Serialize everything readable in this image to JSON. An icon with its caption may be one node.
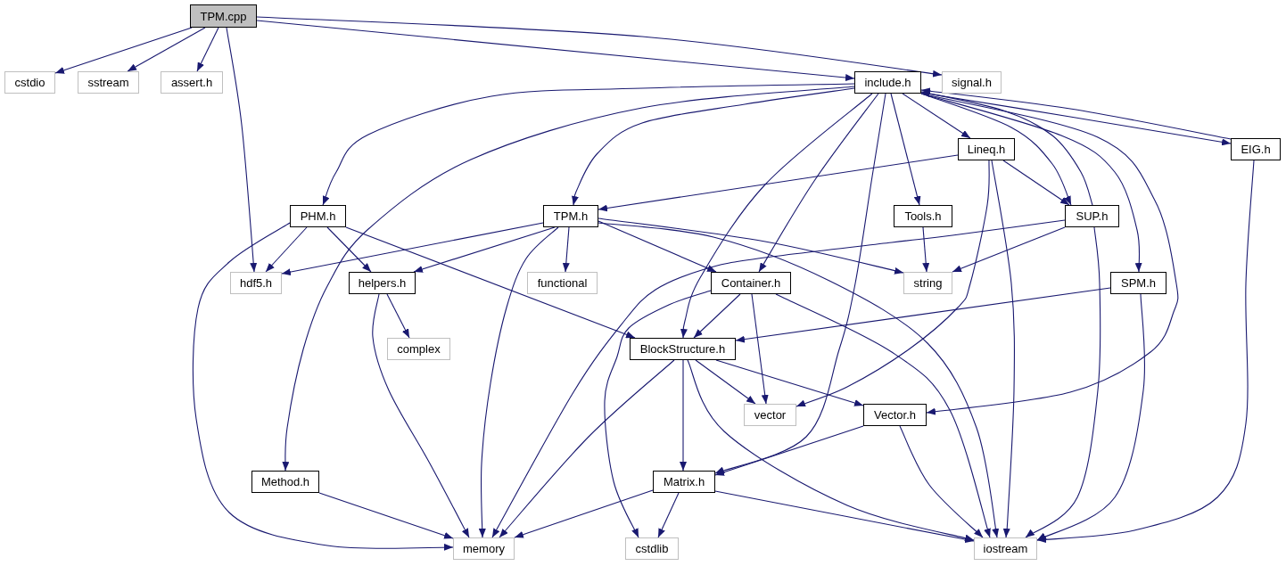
{
  "diagram": {
    "nodes": [
      {
        "text": [
          "TPM.cpp"
        ]
      },
      {
        "text": [
          "cstdio"
        ]
      },
      {
        "text": [
          "sstream"
        ]
      },
      {
        "text": [
          "assert.h"
        ]
      },
      {
        "text": [
          "include.h"
        ]
      },
      {
        "text": [
          "signal.h"
        ]
      },
      {
        "text": [
          "Lineq.h"
        ]
      },
      {
        "text": [
          "EIG.h"
        ]
      },
      {
        "text": [
          "PHM.h"
        ]
      },
      {
        "text": [
          "TPM.h"
        ]
      },
      {
        "text": [
          "Tools.h"
        ]
      },
      {
        "text": [
          "SUP.h"
        ]
      },
      {
        "text": [
          "hdf5.h"
        ]
      },
      {
        "text": [
          "helpers.h"
        ]
      },
      {
        "text": [
          "functional"
        ]
      },
      {
        "text": [
          "Container.h"
        ]
      },
      {
        "text": [
          "string"
        ]
      },
      {
        "text": [
          "SPM.h"
        ]
      },
      {
        "text": [
          "complex"
        ]
      },
      {
        "text": [
          "BlockStructure.h"
        ]
      },
      {
        "text": [
          "vector"
        ]
      },
      {
        "text": [
          "Vector.h"
        ]
      },
      {
        "text": [
          "Method.h"
        ]
      },
      {
        "text": [
          "Matrix.h"
        ]
      },
      {
        "text": [
          "memory"
        ]
      },
      {
        "text": [
          "cstdlib"
        ]
      },
      {
        "text": [
          "iostream"
        ]
      }
    ],
    "edges": [
      {
        "from": 0,
        "to": 1,
        "arrow": "to"
      },
      {
        "from": 0,
        "to": 2,
        "arrow": "to"
      },
      {
        "from": 0,
        "to": 3,
        "arrow": "to"
      },
      {
        "from": 0,
        "to": 12,
        "arrow": "to"
      },
      {
        "from": 0,
        "to": 4,
        "arrow": "to"
      },
      {
        "from": 0,
        "to": 5,
        "arrow": "to"
      },
      {
        "from": 4,
        "to": 8,
        "arrow": "to"
      },
      {
        "from": 4,
        "to": 22,
        "arrow": "to"
      },
      {
        "from": 4,
        "to": 9,
        "arrow": "to"
      },
      {
        "from": 4,
        "to": 19,
        "arrow": "to"
      },
      {
        "from": 4,
        "to": 15,
        "arrow": "to"
      },
      {
        "from": 4,
        "to": 23,
        "arrow": "to"
      },
      {
        "from": 4,
        "to": 10,
        "arrow": "to"
      },
      {
        "from": 4,
        "to": 6,
        "arrow": "to"
      },
      {
        "from": 4,
        "to": 11,
        "arrow": "to"
      },
      {
        "from": 4,
        "to": 17,
        "arrow": "to"
      },
      {
        "from": 4,
        "to": 21,
        "arrow": "to"
      },
      {
        "from": 4,
        "to": 7,
        "arrow": "to"
      },
      {
        "from": 7,
        "to": 4,
        "arrow": "to"
      },
      {
        "from": 11,
        "to": 4,
        "arrow": "to"
      },
      {
        "from": 6,
        "to": 9,
        "arrow": "to"
      },
      {
        "from": 6,
        "to": 11,
        "arrow": "to"
      },
      {
        "from": 6,
        "to": 20,
        "arrow": "to"
      },
      {
        "from": 6,
        "to": 26,
        "arrow": "to"
      },
      {
        "from": 7,
        "to": 26,
        "arrow": "to"
      },
      {
        "from": 8,
        "to": 12,
        "arrow": "to"
      },
      {
        "from": 8,
        "to": 13,
        "arrow": "to"
      },
      {
        "from": 8,
        "to": 19,
        "arrow": "to"
      },
      {
        "from": 8,
        "to": 24,
        "arrow": "to"
      },
      {
        "from": 9,
        "to": 12,
        "arrow": "to"
      },
      {
        "from": 9,
        "to": 13,
        "arrow": "to"
      },
      {
        "from": 9,
        "to": 14,
        "arrow": "to"
      },
      {
        "from": 9,
        "to": 24,
        "arrow": "to"
      },
      {
        "from": 9,
        "to": 15,
        "arrow": "to"
      },
      {
        "from": 9,
        "to": 16,
        "arrow": "to"
      },
      {
        "from": 9,
        "to": 26,
        "arrow": "to"
      },
      {
        "from": 10,
        "to": 16,
        "arrow": "to"
      },
      {
        "from": 11,
        "to": 24,
        "arrow": "to"
      },
      {
        "from": 11,
        "to": 16,
        "arrow": "to"
      },
      {
        "from": 11,
        "to": 26,
        "arrow": "to"
      },
      {
        "from": 13,
        "to": 18,
        "arrow": "to"
      },
      {
        "from": 13,
        "to": 24,
        "arrow": "to"
      },
      {
        "from": 15,
        "to": 19,
        "arrow": "to"
      },
      {
        "from": 15,
        "to": 20,
        "arrow": "to"
      },
      {
        "from": 15,
        "to": 25,
        "arrow": "to"
      },
      {
        "from": 15,
        "to": 26,
        "arrow": "to"
      },
      {
        "from": 17,
        "to": 19,
        "arrow": "to"
      },
      {
        "from": 17,
        "to": 26,
        "arrow": "to"
      },
      {
        "from": 19,
        "to": 20,
        "arrow": "to"
      },
      {
        "from": 19,
        "to": 21,
        "arrow": "to"
      },
      {
        "from": 19,
        "to": 23,
        "arrow": "to"
      },
      {
        "from": 19,
        "to": 24,
        "arrow": "to"
      },
      {
        "from": 19,
        "to": 26,
        "arrow": "to"
      },
      {
        "from": 21,
        "to": 23,
        "arrow": "to"
      },
      {
        "from": 21,
        "to": 26,
        "arrow": "to"
      },
      {
        "from": 22,
        "to": 24,
        "arrow": "to"
      },
      {
        "from": 23,
        "to": 24,
        "arrow": "to"
      },
      {
        "from": 23,
        "to": 25,
        "arrow": "to"
      },
      {
        "from": 23,
        "to": 26,
        "arrow": "to"
      }
    ]
  }
}
